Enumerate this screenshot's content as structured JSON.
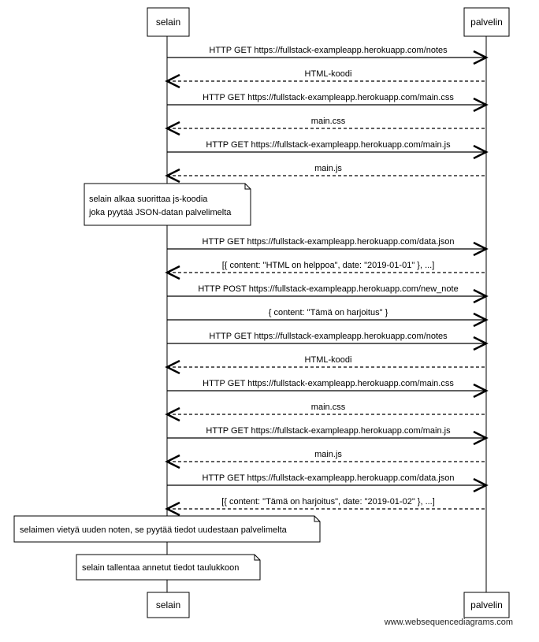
{
  "participants": [
    "selain",
    "palvelin"
  ],
  "messages": [
    {
      "label": "HTTP GET https://fullstack-exampleapp.herokuapp.com/notes",
      "dir": "right",
      "style": "solid"
    },
    {
      "label": "HTML-koodi",
      "dir": "left",
      "style": "dashed"
    },
    {
      "label": "HTTP GET https://fullstack-exampleapp.herokuapp.com/main.css",
      "dir": "right",
      "style": "solid"
    },
    {
      "label": "main.css",
      "dir": "left",
      "style": "dashed"
    },
    {
      "label": "HTTP GET https://fullstack-exampleapp.herokuapp.com/main.js",
      "dir": "right",
      "style": "solid"
    },
    {
      "label": "main.js",
      "dir": "left",
      "style": "dashed"
    },
    {
      "label": "HTTP GET https://fullstack-exampleapp.herokuapp.com/data.json",
      "dir": "right",
      "style": "solid"
    },
    {
      "label": "[{ content: \"HTML on helppoa\", date: \"2019-01-01\" }, ...]",
      "dir": "left",
      "style": "dashed"
    },
    {
      "label": "HTTP POST https://fullstack-exampleapp.herokuapp.com/new_note",
      "dir": "right",
      "style": "solid"
    },
    {
      "label": "{ content: \"Tämä on harjoitus\" }",
      "dir": "right",
      "style": "solid"
    },
    {
      "label": "HTTP GET https://fullstack-exampleapp.herokuapp.com/notes",
      "dir": "right",
      "style": "solid"
    },
    {
      "label": "HTML-koodi",
      "dir": "left",
      "style": "dashed"
    },
    {
      "label": "HTTP GET https://fullstack-exampleapp.herokuapp.com/main.css",
      "dir": "right",
      "style": "solid"
    },
    {
      "label": "main.css",
      "dir": "left",
      "style": "dashed"
    },
    {
      "label": "HTTP GET https://fullstack-exampleapp.herokuapp.com/main.js",
      "dir": "right",
      "style": "solid"
    },
    {
      "label": "main.js",
      "dir": "left",
      "style": "dashed"
    },
    {
      "label": "HTTP GET https://fullstack-exampleapp.herokuapp.com/data.json",
      "dir": "right",
      "style": "solid"
    },
    {
      "label": "[{ content: \"Tämä on harjoitus\", date: \"2019-01-02\" }, ...]",
      "dir": "left",
      "style": "dashed"
    }
  ],
  "notes": [
    {
      "lines": [
        "selain alkaa suorittaa js-koodia",
        "joka pyytää JSON-datan palvelimelta"
      ]
    },
    {
      "lines": [
        "selaimen vietyä uuden noten, se pyytää tiedot uudestaan palvelimelta"
      ]
    },
    {
      "lines": [
        "selain tallentaa annetut tiedot taulukkoon"
      ]
    }
  ],
  "watermark": "www.websequencediagrams.com"
}
